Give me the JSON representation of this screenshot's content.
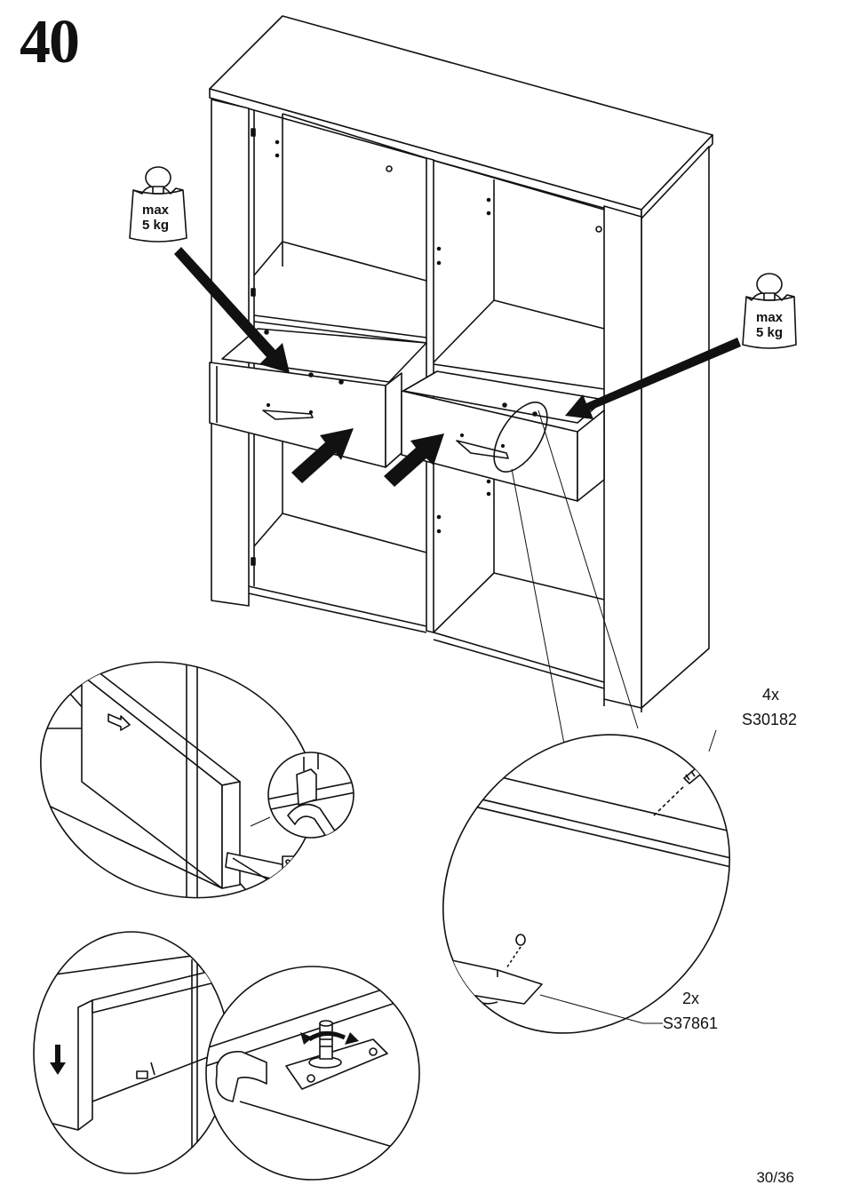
{
  "step_number": "40",
  "weights": [
    {
      "line1": "max",
      "line2": "5 kg"
    },
    {
      "line1": "max",
      "line2": "5 kg"
    }
  ],
  "parts": [
    {
      "quantity": "4x",
      "code": "S30182"
    },
    {
      "quantity": "2x",
      "code": "S37861"
    }
  ],
  "page_number": "30/36"
}
